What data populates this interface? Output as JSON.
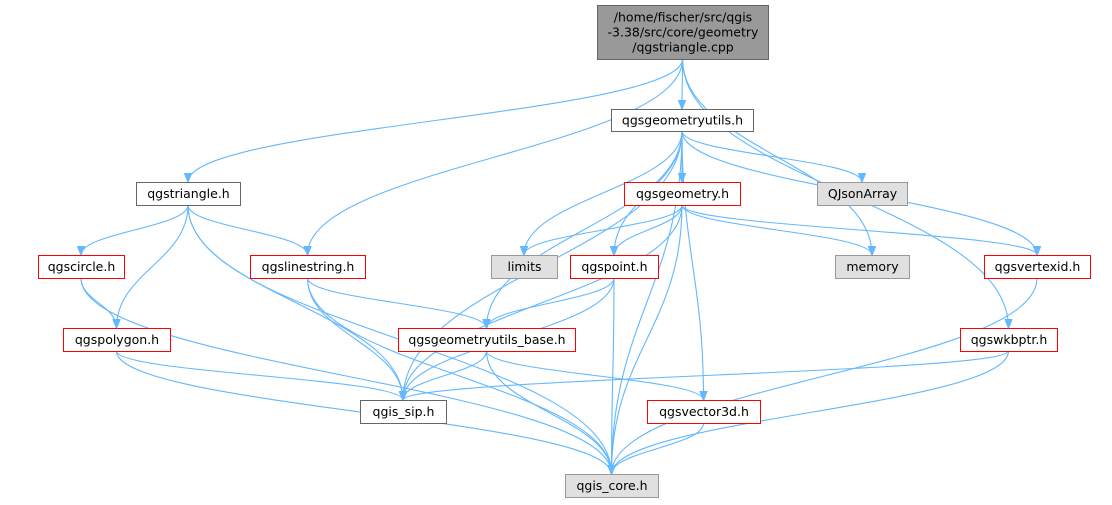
{
  "colors": {
    "edge": "#63b8ff",
    "root_fill": "#999999",
    "root_border": "#666666",
    "normal_fill": "#ffffff",
    "normal_border": "#666666",
    "red_border": "#ff0000",
    "system_fill": "#e0e0e0",
    "system_border": "#999999",
    "text": "#000000"
  },
  "nodes": [
    {
      "id": "root",
      "style": "root",
      "lines": [
        "/home/fischer/src/qgis",
        "-3.38/src/core/geometry",
        "/qgstriangle.cpp"
      ]
    },
    {
      "id": "qgsgeometryutils_h",
      "style": "normal",
      "lines": [
        "qgsgeometryutils.h"
      ]
    },
    {
      "id": "qgstriangle_h",
      "style": "normal",
      "lines": [
        "qgstriangle.h"
      ]
    },
    {
      "id": "qgsgeometry_h",
      "style": "red",
      "lines": [
        "qgsgeometry.h"
      ]
    },
    {
      "id": "qjsonarray",
      "style": "system",
      "lines": [
        "QJsonArray"
      ]
    },
    {
      "id": "qgscircle_h",
      "style": "red",
      "lines": [
        "qgscircle.h"
      ]
    },
    {
      "id": "qgslinestring_h",
      "style": "red",
      "lines": [
        "qgslinestring.h"
      ]
    },
    {
      "id": "limits",
      "style": "system",
      "lines": [
        "limits"
      ]
    },
    {
      "id": "qgspoint_h",
      "style": "red",
      "lines": [
        "qgspoint.h"
      ]
    },
    {
      "id": "memory",
      "style": "system",
      "lines": [
        "memory"
      ]
    },
    {
      "id": "qgsvertexid_h",
      "style": "red",
      "lines": [
        "qgsvertexid.h"
      ]
    },
    {
      "id": "qgspolygon_h",
      "style": "red",
      "lines": [
        "qgspolygon.h"
      ]
    },
    {
      "id": "qgsgeometryutils_base_h",
      "style": "red",
      "lines": [
        "qgsgeometryutils_base.h"
      ]
    },
    {
      "id": "qgswkbptr_h",
      "style": "red",
      "lines": [
        "qgswkbptr.h"
      ]
    },
    {
      "id": "qgis_sip_h",
      "style": "normal",
      "lines": [
        "qgis_sip.h"
      ]
    },
    {
      "id": "qgsvector3d_h",
      "style": "red",
      "lines": [
        "qgsvector3d.h"
      ]
    },
    {
      "id": "qgis_core_h",
      "style": "system",
      "lines": [
        "qgis_core.h"
      ]
    }
  ],
  "edges": [
    [
      "root",
      "qgsgeometryutils_h"
    ],
    [
      "root",
      "qgstriangle_h"
    ],
    [
      "root",
      "qgslinestring_h"
    ],
    [
      "root",
      "memory"
    ],
    [
      "root",
      "qgswkbptr_h"
    ],
    [
      "qgsgeometryutils_h",
      "qgsgeometry_h"
    ],
    [
      "qgsgeometryutils_h",
      "qjsonarray"
    ],
    [
      "qgsgeometryutils_h",
      "limits"
    ],
    [
      "qgsgeometryutils_h",
      "qgspoint_h"
    ],
    [
      "qgsgeometryutils_h",
      "qgsvertexid_h"
    ],
    [
      "qgsgeometryutils_h",
      "qgsgeometryutils_base_h"
    ],
    [
      "qgsgeometryutils_h",
      "qgis_sip_h"
    ],
    [
      "qgsgeometryutils_h",
      "qgsvector3d_h"
    ],
    [
      "qgsgeometryutils_h",
      "qgis_core_h"
    ],
    [
      "qgstriangle_h",
      "qgscircle_h"
    ],
    [
      "qgstriangle_h",
      "qgslinestring_h"
    ],
    [
      "qgstriangle_h",
      "qgspolygon_h"
    ],
    [
      "qgstriangle_h",
      "qgis_sip_h"
    ],
    [
      "qgstriangle_h",
      "qgis_core_h"
    ],
    [
      "qgsgeometry_h",
      "limits"
    ],
    [
      "qgsgeometry_h",
      "qgspoint_h"
    ],
    [
      "qgsgeometry_h",
      "memory"
    ],
    [
      "qgsgeometry_h",
      "qgsvertexid_h"
    ],
    [
      "qgsgeometry_h",
      "qgis_sip_h"
    ],
    [
      "qgsgeometry_h",
      "qgis_core_h"
    ],
    [
      "qgscircle_h",
      "qgspolygon_h"
    ],
    [
      "qgscircle_h",
      "qgis_core_h"
    ],
    [
      "qgslinestring_h",
      "qgsgeometryutils_base_h"
    ],
    [
      "qgslinestring_h",
      "qgis_sip_h"
    ],
    [
      "qgslinestring_h",
      "qgis_core_h"
    ],
    [
      "qgspoint_h",
      "qgsgeometryutils_base_h"
    ],
    [
      "qgspoint_h",
      "qgis_sip_h"
    ],
    [
      "qgspoint_h",
      "qgis_core_h"
    ],
    [
      "qgsvertexid_h",
      "qgis_core_h"
    ],
    [
      "qgspolygon_h",
      "qgis_sip_h"
    ],
    [
      "qgspolygon_h",
      "qgis_core_h"
    ],
    [
      "qgsgeometryutils_base_h",
      "qgis_sip_h"
    ],
    [
      "qgsgeometryutils_base_h",
      "qgsvector3d_h"
    ],
    [
      "qgsgeometryutils_base_h",
      "qgis_core_h"
    ],
    [
      "qgswkbptr_h",
      "qgis_sip_h"
    ],
    [
      "qgswkbptr_h",
      "qgis_core_h"
    ],
    [
      "qgsvector3d_h",
      "qgis_core_h"
    ]
  ]
}
